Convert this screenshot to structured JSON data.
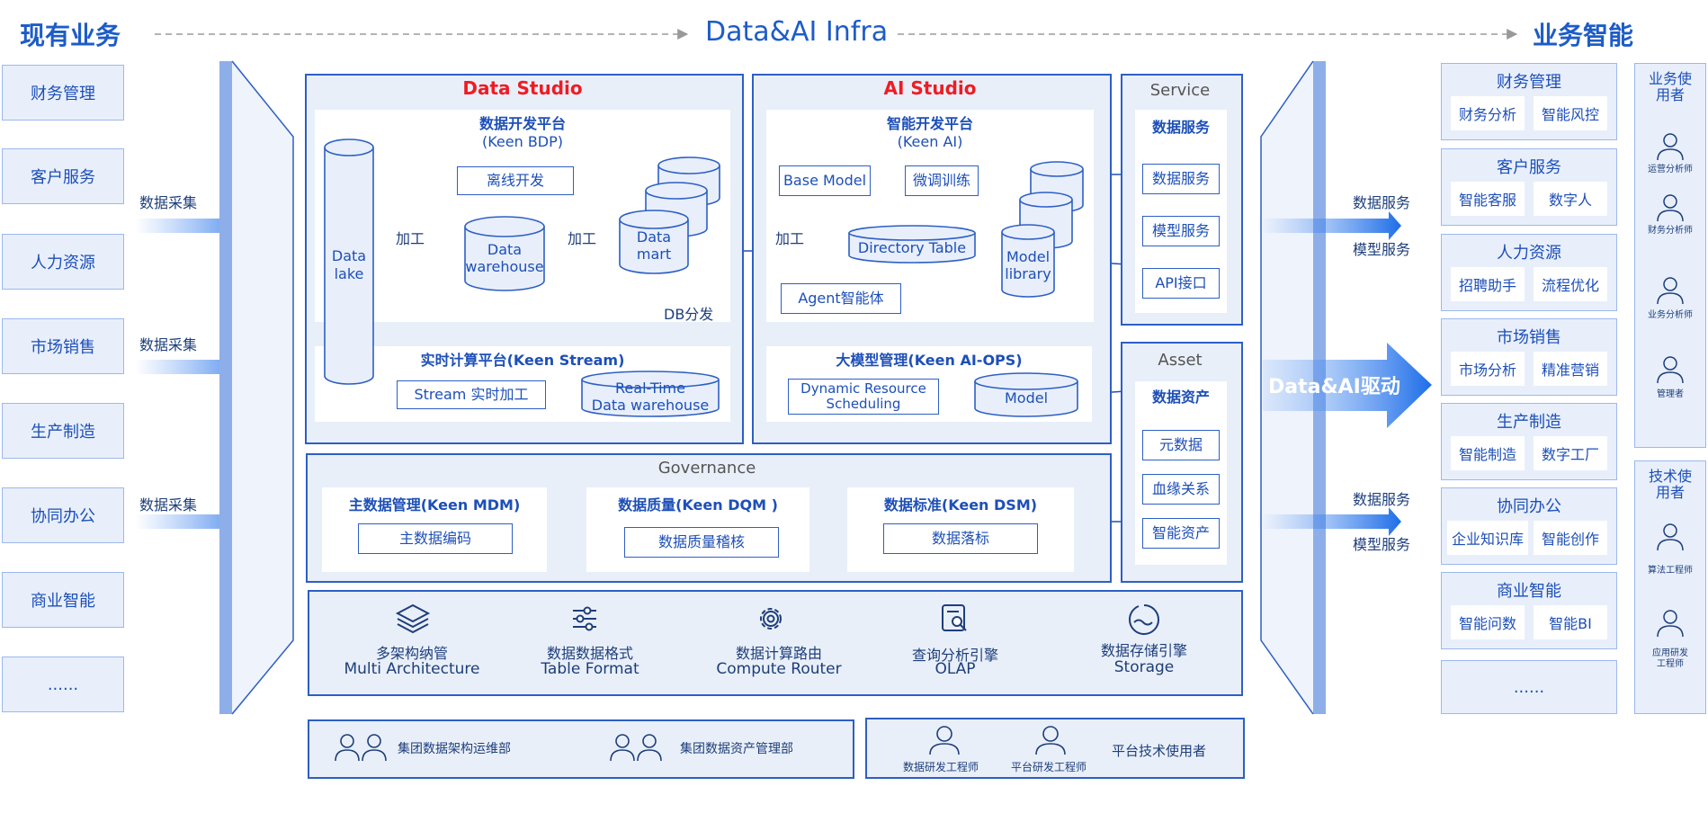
{
  "header": {
    "left": "现有业务",
    "center": "Data&AI Infra",
    "right": "业务智能"
  },
  "left_businesses": [
    "财务管理",
    "客户服务",
    "人力资源",
    "市场销售",
    "生产制造",
    "协同办公",
    "商业智能",
    "......"
  ],
  "ingest_label": "数据采集",
  "data_studio": {
    "title": "Data Studio",
    "bdp_title_1": "数据开发平台",
    "bdp_title_2": "(Keen BDP)",
    "data_lake": "Data\nlake",
    "offline_dev": "离线开发",
    "process_label": "加工",
    "data_warehouse": "Data\nwarehouse",
    "data_mart": "Data\nmart",
    "db_dist": "DB分发",
    "stream_title": "实时计算平台(Keen Stream)",
    "stream_process": "Stream 实时加工",
    "rt_dw": "Real-Time\nData warehouse"
  },
  "ai_studio": {
    "title": "AI Studio",
    "ai_title_1": "智能开发平台",
    "ai_title_2": "(Keen AI)",
    "base_model": "Base Model",
    "finetune": "微调训练",
    "process_label": "加工",
    "directory_table": "Directory Table",
    "model_library": "Model\nlibrary",
    "agent": "Agent智能体",
    "aiops_title": "大模型管理(Keen AI-OPS)",
    "dyn_sched": "Dynamic Resource\nScheduling",
    "model": "Model"
  },
  "service": {
    "title": "Service",
    "sub": "数据服务",
    "items": [
      "数据服务",
      "模型服务",
      "API接口"
    ]
  },
  "asset": {
    "title": "Asset",
    "sub": "数据资产",
    "items": [
      "元数据",
      "血缘关系",
      "智能资产"
    ]
  },
  "governance": {
    "title": "Governance",
    "mdm_title": "主数据管理(Keen MDM)",
    "mdm_item": "主数据编码",
    "dqm_title": "数据质量(Keen DQM )",
    "dqm_item": "数据质量稽核",
    "dsm_title": "数据标准(Keen DSM)",
    "dsm_item": "数据落标"
  },
  "features": [
    {
      "zh": "多架构纳管",
      "en": "Multi Architecture",
      "icon": "layers-icon"
    },
    {
      "zh": "数据数据格式",
      "en": "Table Format",
      "icon": "sliders-icon"
    },
    {
      "zh": "数据计算路由",
      "en": "Compute Router",
      "icon": "gear-icon"
    },
    {
      "zh": "查询分析引擎",
      "en": "OLAP",
      "icon": "search-document-icon"
    },
    {
      "zh": "数据存储引擎",
      "en": "Storage",
      "icon": "storage-icon"
    }
  ],
  "bottom": {
    "org1": "集团数据架构运维部",
    "org2": "集团数据资产管理部",
    "eng1": "数据研发工程师",
    "eng2": "平台研发工程师",
    "platform_users": "平台技术使用者"
  },
  "drive_label": "Data&AI驱动",
  "out_labels": {
    "data_service": "数据服务",
    "model_service": "模型服务"
  },
  "right_cards": [
    {
      "title": "财务管理",
      "subs": [
        "财务分析",
        "智能风控"
      ]
    },
    {
      "title": "客户服务",
      "subs": [
        "智能客服",
        "数字人"
      ]
    },
    {
      "title": "人力资源",
      "subs": [
        "招聘助手",
        "流程优化"
      ]
    },
    {
      "title": "市场销售",
      "subs": [
        "市场分析",
        "精准营销"
      ]
    },
    {
      "title": "生产制造",
      "subs": [
        "智能制造",
        "数字工厂"
      ]
    },
    {
      "title": "协同办公",
      "subs": [
        "企业知识库",
        "智能创作"
      ]
    },
    {
      "title": "商业智能",
      "subs": [
        "智能问数",
        "智能BI"
      ]
    }
  ],
  "right_more": "......",
  "business_users": {
    "title": "业务使\n用者",
    "roles": [
      "运营分析师",
      "财务分析师",
      "业务分析师",
      "管理者"
    ]
  },
  "tech_users": {
    "title": "技术使\n用者",
    "roles": [
      "算法工程师",
      "应用研发\n工程师"
    ]
  },
  "colors": {
    "primary": "#1d4fb8",
    "border": "#2d5fc4",
    "panel": "#e9eff9",
    "accent_red": "#ee1c24"
  }
}
